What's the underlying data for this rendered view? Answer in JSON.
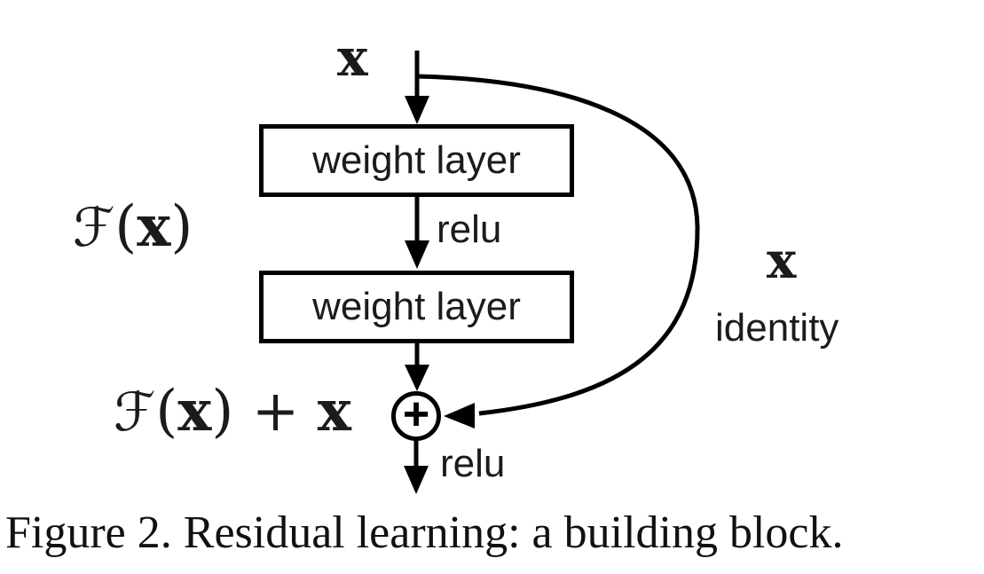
{
  "figure": {
    "caption": "Figure 2. Residual learning: a building block.",
    "input_label": "x",
    "blocks": {
      "weight_layer_1": "weight layer",
      "weight_layer_2": "weight layer"
    },
    "relu_between": "relu",
    "relu_output": "relu",
    "residual_function": {
      "script_f": "ℱ",
      "open_paren": "(",
      "argument": "x",
      "close_paren": ")"
    },
    "output_sum": {
      "script_f": "ℱ",
      "open_paren": "(",
      "argument": "x",
      "close_paren": ")",
      "plus": " + ",
      "identity_argument": "x"
    },
    "skip_label_x": "x",
    "skip_label_identity": "identity",
    "sum_operator": "+",
    "ink_color": "#000000",
    "background_color": "#ffffff"
  }
}
